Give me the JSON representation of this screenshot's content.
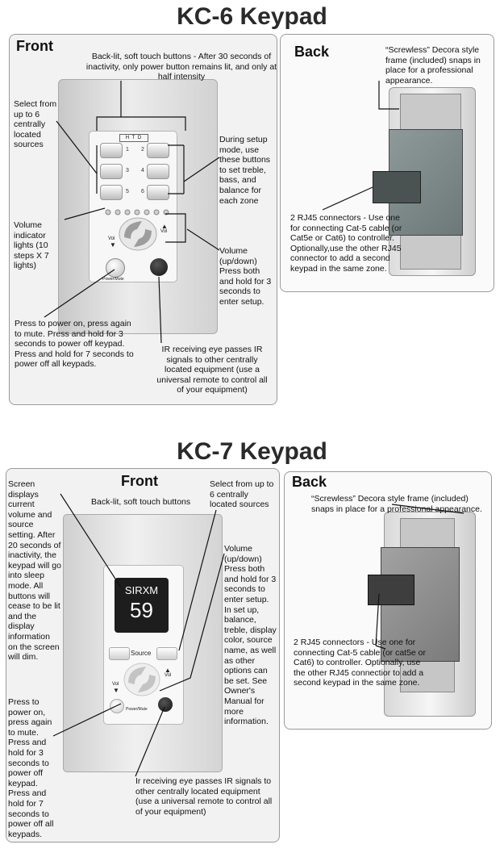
{
  "kc6": {
    "title": "KC-6 Keypad",
    "front_title": "Front",
    "back_title": "Back",
    "backlit_note": "Back-lit, soft touch buttons - After 30 seconds of inactivity, only power button remains lit, and only at half intensity",
    "select_note": "Select from up to 6 centrally located sources",
    "setup_note": "During setup mode, use these buttons to set treble, bass, and balance for each zone",
    "volume_lights_note": "Volume indicator lights (10 steps X 7 lights)",
    "volume_note": "Volume (up/down) Press both and hold for 3 seconds to enter setup.",
    "power_note": "Press to power on, press again to mute. Press and hold for 3 seconds to power off keypad. Press and hold for 7 seconds to power off all keypads.",
    "ir_note": "IR receiving eye passes IR signals to other centrally located equipment (use a universal remote to control all of your equipment)",
    "screwless_note": "“Screwless” Decora style frame (included) snaps in place for a professional appearance.",
    "rj45_note": "2 RJ45 connectors - Use one for connecting Cat-5 cable (or Cat5e or Cat6) to controller. Optionally,use the other RJ45 connector to add a second keypad in the same zone.",
    "logo": "H T D",
    "buttons": [
      "1",
      "2",
      "3",
      "4",
      "5",
      "6"
    ],
    "vol_label": "Vol",
    "power_label": "Power/Mute"
  },
  "kc7": {
    "title": "KC-7 Keypad",
    "front_title": "Front",
    "back_title": "Back",
    "screen_note": "Screen displays current volume and source setting. After 20 seconds of inactivity, the keypad will go into sleep mode. All buttons will cease to be lit and the display information on the screen will dim.",
    "backlit_note": "Back-lit, soft touch buttons",
    "select_note": "Select from up to 6 centrally located sources",
    "volume_note": "Volume (up/down) Press both and hold for 3 seconds to enter setup. In set up, balance, treble, display color, source name, as well as other options can be set. See Owner's Manual for more information.",
    "power_note": "Press to power on, press again to mute. Press and hold for 3 seconds to power off keypad. Press and hold for 7 seconds to power off all keypads.",
    "ir_note": "Ir receiving eye passes IR signals to other centrally located equipment (use a universal remote to control all of your equipment)",
    "screwless_note": "“Screwless” Decora style frame (included) snaps in place for a professional appearance.",
    "rj45_note": "2 RJ45 connectors - Use one for connecting Cat-5 cable (or cat5e or Cat6) to controller. Optionally, use the other RJ45 connectior to add a second keypad in the same zone.",
    "screen_source": "SIRXM",
    "screen_value": "59",
    "source_label": "Source",
    "vol_label": "Vol",
    "power_label": "Power/Mute"
  }
}
